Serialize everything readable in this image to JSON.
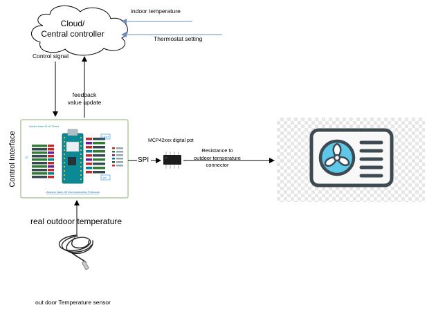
{
  "cloud": {
    "line1": "Cloud/",
    "line2": "Central controller"
  },
  "inputs": {
    "indoor_temperature": "indoor temperature",
    "thermostat_setting": "Thermostat setting"
  },
  "labels": {
    "control_signal": "Control signal",
    "feedback_line1": "feedback",
    "feedback_line2": "value update",
    "control_interface": "Control Interface",
    "spi": "SPI",
    "digital_pot": "MCP42xxx digital pot",
    "resistance_line1": "Resistance to",
    "resistance_line2": "outdoor temperature",
    "resistance_line3": "connector",
    "real_outdoor_temperature": "real outdoor temperature",
    "sensor": "out door Temperature sensor"
  },
  "board": {
    "title": "Arduino Nano 33 IoT Pinout",
    "caption": "Arduino Nano 33 Communication Protocols",
    "uart_tag": "UART",
    "spi_tag": "SPI",
    "i2c_tag": "I2C"
  },
  "colors": {
    "arrow_blue": "#6c8ebf",
    "board_border": "#82b366",
    "board_teal": "#0b8a96",
    "ac_icon": "#3e4a52",
    "fan_blue": "#5ec8e8"
  },
  "icons": {
    "cloud": "cloud-shape",
    "board": "arduino-nano-board-image",
    "chip": "ic-chip-icon",
    "ac": "air-conditioner-icon",
    "sensor": "temperature-probe-cable-icon"
  }
}
